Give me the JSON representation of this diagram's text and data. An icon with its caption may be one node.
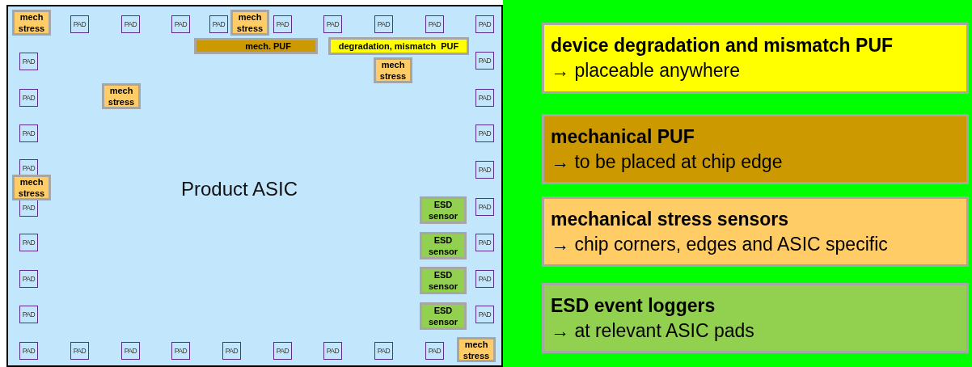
{
  "diagram": {
    "nodes": [
      {
        "text": [
          "Product ASIC"
        ]
      },
      {
        "text": [
          "mech stress"
        ],
        "in": 0
      },
      {
        "text": [
          "PAD"
        ],
        "in": 0
      },
      {
        "text": [
          "PAD"
        ],
        "in": 0
      },
      {
        "text": [
          "PAD"
        ],
        "in": 0
      },
      {
        "text": [
          "PAD"
        ],
        "in": 0
      },
      {
        "text": [
          "mech stress"
        ],
        "in": 0
      },
      {
        "text": [
          "PAD"
        ],
        "in": 0
      },
      {
        "text": [
          "PAD"
        ],
        "in": 0
      },
      {
        "text": [
          "PAD"
        ],
        "in": 0
      },
      {
        "text": [
          "PAD"
        ],
        "in": 0
      },
      {
        "text": [
          "PAD"
        ],
        "in": 0
      },
      {
        "text": [
          "mech. PUF"
        ],
        "in": 0
      },
      {
        "text": [
          "degradation, mismatch  PUF"
        ],
        "in": 0
      },
      {
        "text": [
          "PAD"
        ],
        "in": 0
      },
      {
        "text": [
          "PAD"
        ],
        "in": 0
      },
      {
        "text": [
          "mech stress"
        ],
        "in": 0
      },
      {
        "text": [
          "mech stress"
        ],
        "in": 0
      },
      {
        "text": [
          "PAD"
        ],
        "in": 0
      },
      {
        "text": [
          "PAD"
        ],
        "in": 0
      },
      {
        "text": [
          "PAD"
        ],
        "in": 0
      },
      {
        "text": [
          "PAD"
        ],
        "in": 0
      },
      {
        "text": [
          "PAD"
        ],
        "in": 0
      },
      {
        "text": [
          "PAD"
        ],
        "in": 0
      },
      {
        "text": [
          "mech stress"
        ],
        "in": 0
      },
      {
        "text": [
          "PAD"
        ],
        "in": 0
      },
      {
        "text": [
          "ESD sensor"
        ],
        "in": 0
      },
      {
        "text": [
          "PAD"
        ],
        "in": 0
      },
      {
        "text": [
          "PAD"
        ],
        "in": 0
      },
      {
        "text": [
          "ESD sensor"
        ],
        "in": 0
      },
      {
        "text": [
          "PAD"
        ],
        "in": 0
      },
      {
        "text": [
          "PAD"
        ],
        "in": 0
      },
      {
        "text": [
          "ESD sensor"
        ],
        "in": 0
      },
      {
        "text": [
          "PAD"
        ],
        "in": 0
      },
      {
        "text": [
          "PAD"
        ],
        "in": 0
      },
      {
        "text": [
          "ESD sensor"
        ],
        "in": 0
      },
      {
        "text": [
          "PAD"
        ],
        "in": 0
      },
      {
        "text": [
          "PAD"
        ],
        "in": 0
      },
      {
        "text": [
          "PAD"
        ],
        "in": 0
      },
      {
        "text": [
          "PAD"
        ],
        "in": 0
      },
      {
        "text": [
          "PAD"
        ],
        "in": 0
      },
      {
        "text": [
          "PAD"
        ],
        "in": 0
      },
      {
        "text": [
          "PAD"
        ],
        "in": 0
      },
      {
        "text": [
          "PAD"
        ],
        "in": 0
      },
      {
        "text": [
          "PAD"
        ],
        "in": 0
      },
      {
        "text": [
          "PAD"
        ],
        "in": 0
      },
      {
        "text": [
          "mech stress"
        ],
        "in": 0
      },
      {
        "text": [
          "device degradation and mismatch PUF",
          "→ placeable anywhere"
        ]
      },
      {
        "text": [
          "mechanical PUF",
          "→ to be placed at chip edge"
        ]
      },
      {
        "text": [
          "mechanical stress sensors",
          "→ chip corners, edges and ASIC specific"
        ]
      },
      {
        "text": [
          "ESD event loggers",
          "→ at relevant ASIC pads"
        ]
      }
    ]
  }
}
